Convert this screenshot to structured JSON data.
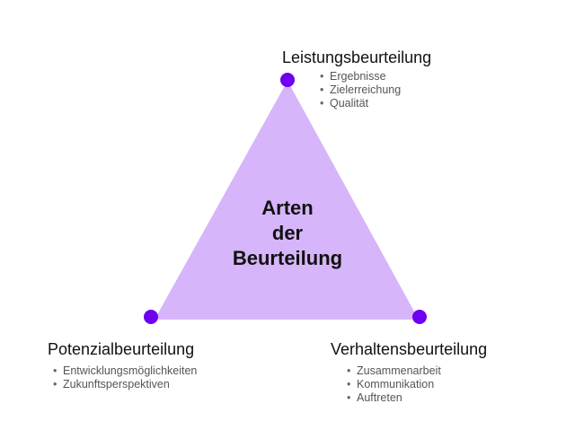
{
  "diagram": {
    "center": [
      "Arten",
      "der",
      "Beurteilung"
    ],
    "colors": {
      "triangle_fill": "#D6B5FA",
      "dot": "#6D00F0",
      "title": "#111111",
      "bullet_text": "#555555"
    },
    "top": {
      "title": "Leistungsbeurteilung",
      "items": [
        "Ergebnisse",
        "Zielerreichung",
        "Qualität"
      ]
    },
    "left": {
      "title": "Potenzialbeurteilung",
      "items": [
        "Entwicklungsmöglichkeiten",
        "Zukunftsperspektiven"
      ]
    },
    "right": {
      "title": "Verhaltensbeurteilung",
      "items": [
        "Zusammenarbeit",
        "Kommunikation",
        "Auftreten"
      ]
    }
  }
}
